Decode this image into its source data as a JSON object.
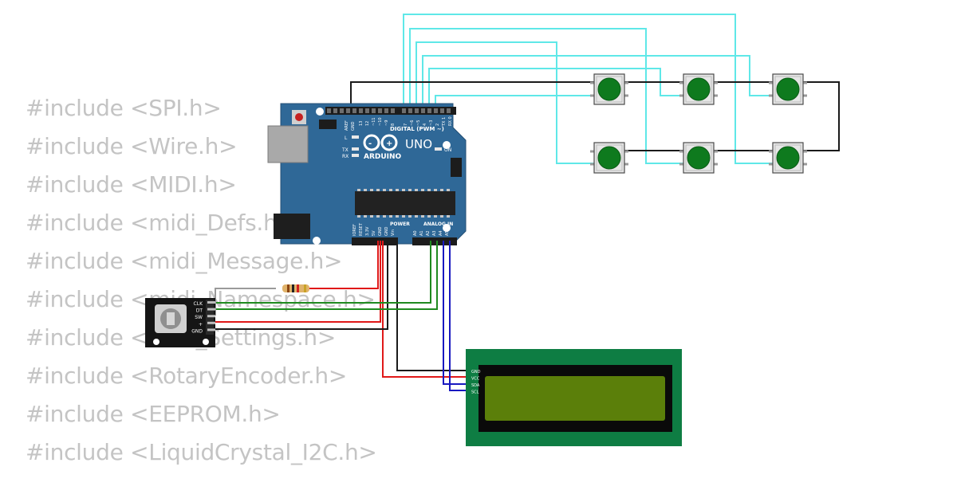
{
  "code_lines": [
    "#include <SPI.h>",
    "#include <Wire.h>",
    "#include <MIDI.h>",
    "#include <midi_Defs.h>",
    "#include <midi_Message.h>",
    "#include <midi_Namespace.h>",
    "#include <midi_Settings.h>",
    "#include <RotaryEncoder.h>",
    "#include <EEPROM.h>",
    "#include <LiquidCrystal_I2C.h>"
  ],
  "arduino": {
    "model": "UNO",
    "brand": "ARDUINO",
    "digital_header": "DIGITAL (PWM ~)",
    "power_header": "POWER",
    "analog_header": "ANALOG IN",
    "on_label": "ON",
    "l_label": "L",
    "tx_label": "TX",
    "rx_label": "RX",
    "aref_label": "AREF",
    "gnd_label": "GND",
    "digital_pins": [
      "13",
      "12",
      "~11",
      "~10",
      "~9",
      "8",
      "7",
      "~6",
      "~5",
      "4",
      "~3",
      "2",
      "TX 1",
      "RX 0"
    ],
    "power_pins": [
      "IOREF",
      "RESET",
      "3.3V",
      "5V",
      "GND",
      "GND",
      "Vin"
    ],
    "analog_pins": [
      "A0",
      "A1",
      "A2",
      "A3",
      "A4",
      "A5"
    ]
  },
  "encoder": {
    "pins": [
      "CLK",
      "DT",
      "SW",
      "+",
      "GND"
    ]
  },
  "lcd": {
    "pins": [
      "GND",
      "VCC",
      "SDA",
      "SCL"
    ]
  },
  "colors": {
    "code_text": "#c4c4c4",
    "board_blue": "#2f6897",
    "wire_cyan": "#5fe8e8",
    "wire_black": "#1a1a1a",
    "wire_red": "#e01818",
    "wire_green": "#1f8a1f",
    "wire_blue": "#1818c0",
    "button_cap": "#0e7a1e",
    "lcd_board": "#0e7d43",
    "lcd_screen": "#5b7f0a"
  }
}
